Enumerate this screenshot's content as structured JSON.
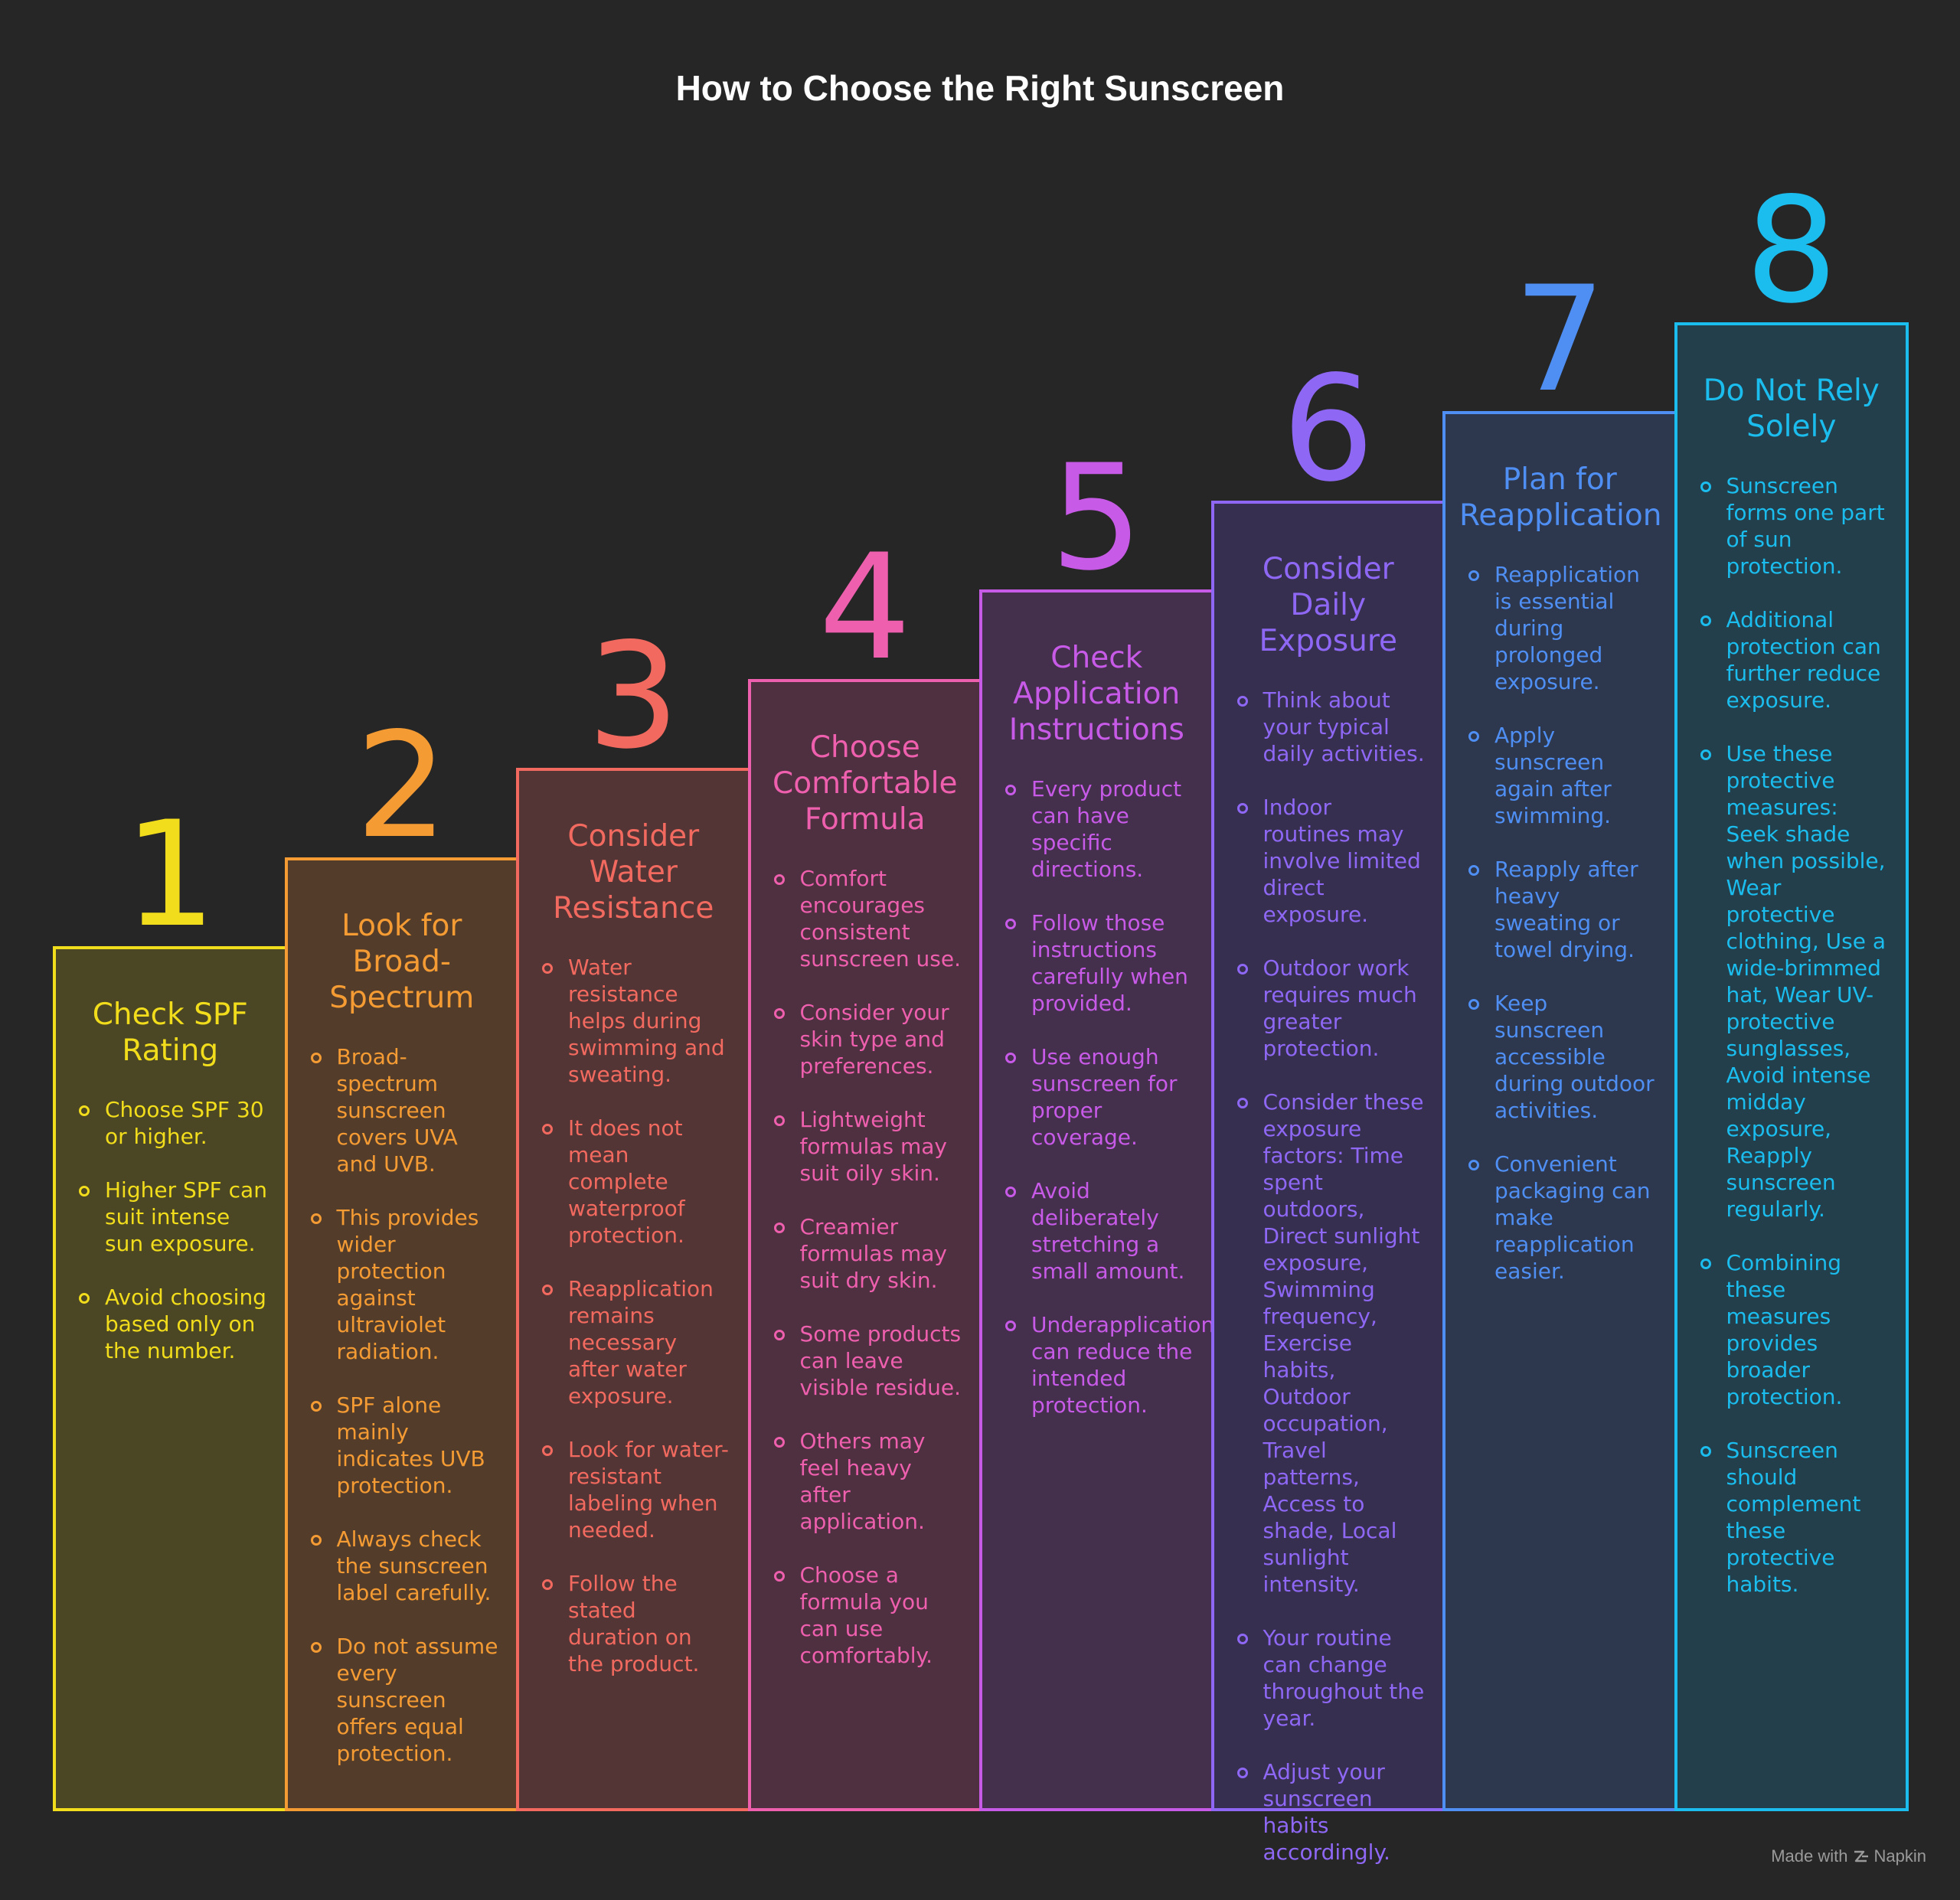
{
  "title": "How to Choose the Right Sunscreen",
  "footer": {
    "made_with": "Made with",
    "brand": "Napkin"
  },
  "steps": [
    {
      "number": "1",
      "title": "Check SPF Rating",
      "color": "#f2dd1c",
      "fill": "#4b4623",
      "items": [
        "Choose SPF 30 or higher.",
        "Higher SPF can suit intense sun exposure.",
        "Avoid choosing based only on the number."
      ]
    },
    {
      "number": "2",
      "title": "Look for Broad-Spectrum",
      "color": "#f59b34",
      "fill": "#533d2a",
      "items": [
        "Broad-spectrum sunscreen covers UVA and UVB.",
        "This provides wider protection against ultraviolet radiation.",
        "SPF alone mainly indicates UVB protection.",
        "Always check the sunscreen label carefully.",
        "Do not assume every sunscreen offers equal protection."
      ]
    },
    {
      "number": "3",
      "title": "Consider Water Resistance",
      "color": "#f26a5f",
      "fill": "#533535",
      "items": [
        "Water resistance helps during swimming and sweating.",
        "It does not mean complete waterproof protection.",
        "Reapplication remains necessary after water exposure.",
        "Look for water-resistant labeling when needed.",
        "Follow the stated duration on the product."
      ]
    },
    {
      "number": "4",
      "title": "Choose Comfortable Formula",
      "color": "#ee5fae",
      "fill": "#4f3040",
      "items": [
        "Comfort encourages consistent sunscreen use.",
        "Consider your skin type and preferences.",
        "Lightweight formulas may suit oily skin.",
        "Creamier formulas may suit dry skin.",
        "Some products can leave visible residue.",
        "Others may feel heavy after application.",
        "Choose a formula you can use comfortably."
      ]
    },
    {
      "number": "5",
      "title": "Check Application Instructions",
      "color": "#c85ae8",
      "fill": "#442f4d",
      "items": [
        "Every product can have specific directions.",
        "Follow those instructions carefully when provided.",
        "Use enough sunscreen for proper coverage.",
        "Avoid deliberately stretching a small amount.",
        "Underapplication can reduce the intended protection."
      ]
    },
    {
      "number": "6",
      "title": "Consider Daily Exposure",
      "color": "#8e68f5",
      "fill": "#372f4f",
      "items": [
        "Think about your typical daily activities.",
        "Indoor routines may involve limited direct exposure.",
        "Outdoor work requires much greater protection.",
        "Consider these exposure factors: Time spent outdoors, Direct sunlight exposure, Swimming frequency, Exercise habits, Outdoor occupation, Travel patterns, Access to shade, Local sunlight intensity.",
        "Your routine can change throughout the year.",
        "Adjust your sunscreen habits accordingly."
      ]
    },
    {
      "number": "7",
      "title": "Plan for Reapplication",
      "color": "#4f8ff3",
      "fill": "#2d374d",
      "items": [
        "Reapplication is essential during prolonged exposure.",
        "Apply sunscreen again after swimming.",
        "Reapply after heavy sweating or towel drying.",
        "Keep sunscreen accessible during outdoor activities.",
        "Convenient packaging can make reapplication easier."
      ]
    },
    {
      "number": "8",
      "title": "Do Not Rely Solely",
      "color": "#1bbdee",
      "fill": "#233f4b",
      "items": [
        "Sunscreen forms one part of sun protection.",
        "Additional protection can further reduce exposure.",
        "Use these protective measures: Seek shade when possible, Wear protective clothing, Use a wide-brimmed hat, Wear UV-protective sunglasses, Avoid intense midday exposure, Reapply sunscreen regularly.",
        "Combining these measures provides broader protection.",
        "Sunscreen should complement these protective habits."
      ]
    }
  ]
}
